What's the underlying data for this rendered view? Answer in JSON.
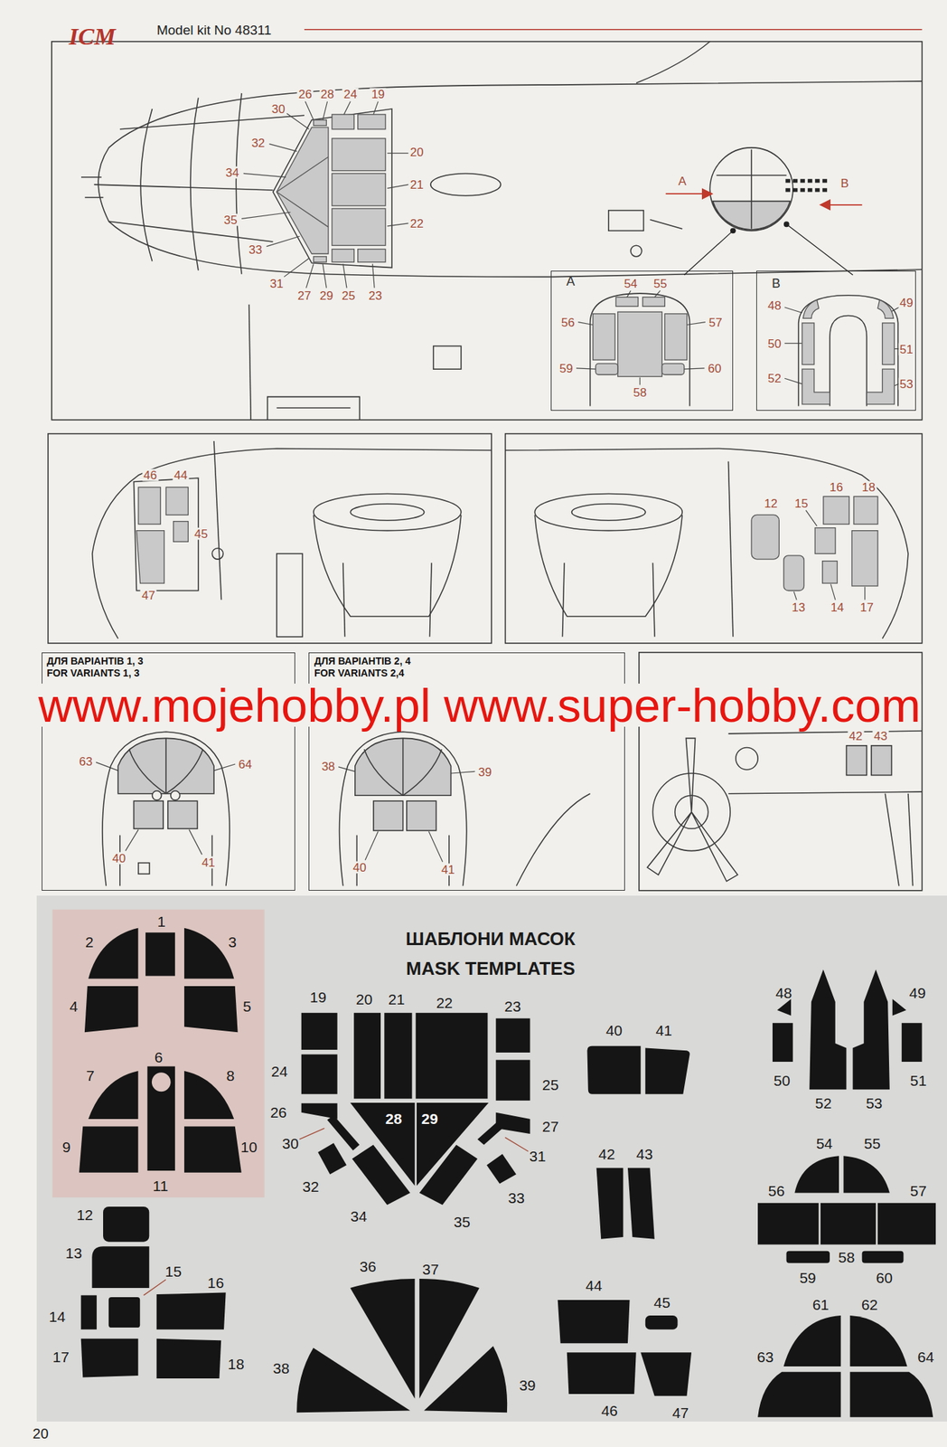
{
  "diagram": {
    "nodes": [
      {
        "text": [
          "A"
        ]
      },
      {
        "text": [
          "B"
        ]
      },
      {
        "text": [
          "ДЛЯ ВАРІАНТІВ 1, 3",
          "FOR VARIANTS 1, 3"
        ]
      },
      {
        "text": [
          "ДЛЯ ВАРІАНТІВ 2, 4",
          "FOR VARIANTS 2,4"
        ]
      },
      {
        "text": [
          "ШАБЛОНИ МАСОК",
          "MASK TEMPLATES"
        ]
      },
      {
        "text": [
          "28"
        ],
        "in": 4
      },
      {
        "text": [
          "29"
        ],
        "in": 4
      }
    ],
    "labels": [
      "ICM",
      "Model kit No 48311",
      "26",
      "28",
      "24",
      "19",
      "30",
      "32",
      "34",
      "35",
      "33",
      "31",
      "27",
      "29",
      "25",
      "23",
      "20",
      "21",
      "22",
      "A",
      "B",
      "54",
      "55",
      "56",
      "57",
      "59",
      "60",
      "58",
      "48",
      "49",
      "50",
      "51",
      "52",
      "53",
      "46",
      "44",
      "45",
      "47",
      "16",
      "18",
      "12",
      "15",
      "13",
      "14",
      "17",
      "63",
      "64",
      "40",
      "41",
      "38",
      "39",
      "40",
      "41",
      "42",
      "43",
      "www.mojehobby.pl www.super-hobby.com",
      "1",
      "2",
      "3",
      "4",
      "5",
      "6",
      "7",
      "8",
      "9",
      "10",
      "11",
      "19",
      "20",
      "21",
      "22",
      "23",
      "24",
      "25",
      "26",
      "27",
      "30",
      "31",
      "32",
      "33",
      "34",
      "35",
      "40",
      "41",
      "42",
      "43",
      "44",
      "45",
      "46",
      "47",
      "48",
      "49",
      "50",
      "51",
      "52",
      "53",
      "54",
      "55",
      "56",
      "57",
      "58",
      "59",
      "60",
      "61",
      "62",
      "63",
      "64",
      "12",
      "13",
      "15",
      "16",
      "14",
      "17",
      "18",
      "36",
      "37",
      "38",
      "39",
      "20"
    ]
  }
}
